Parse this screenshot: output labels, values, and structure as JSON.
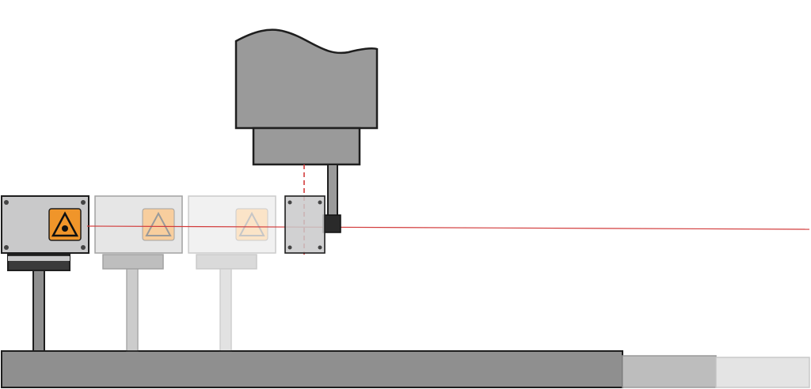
{
  "diagram": {
    "description_text": "",
    "colors": {
      "machine_body": "#9a9a9a",
      "outline": "#1e1e1e",
      "plate": "#c9c9ca",
      "laser_beam": "#d23b3b",
      "warning_fill": "#f0952a",
      "rail": "#8f8f8f",
      "rail_faded_1": "#bdbdbd",
      "rail_faded_2": "#e4e4e4",
      "sensor_block": "#2a2a2a"
    },
    "elements": {
      "machine_head": "machine-head",
      "scanner_unit": "laser-scanner",
      "target_plates": [
        {
          "name": "warning-plate-active",
          "icon": "laser-warning-icon",
          "opacity": 1.0
        },
        {
          "name": "warning-plate-ghost-1",
          "icon": "laser-warning-icon",
          "opacity": 0.45
        },
        {
          "name": "warning-plate-ghost-2",
          "icon": "laser-warning-icon",
          "opacity": 0.25
        }
      ],
      "laser_line": "laser-beam",
      "base_rail": "base-rail"
    }
  }
}
